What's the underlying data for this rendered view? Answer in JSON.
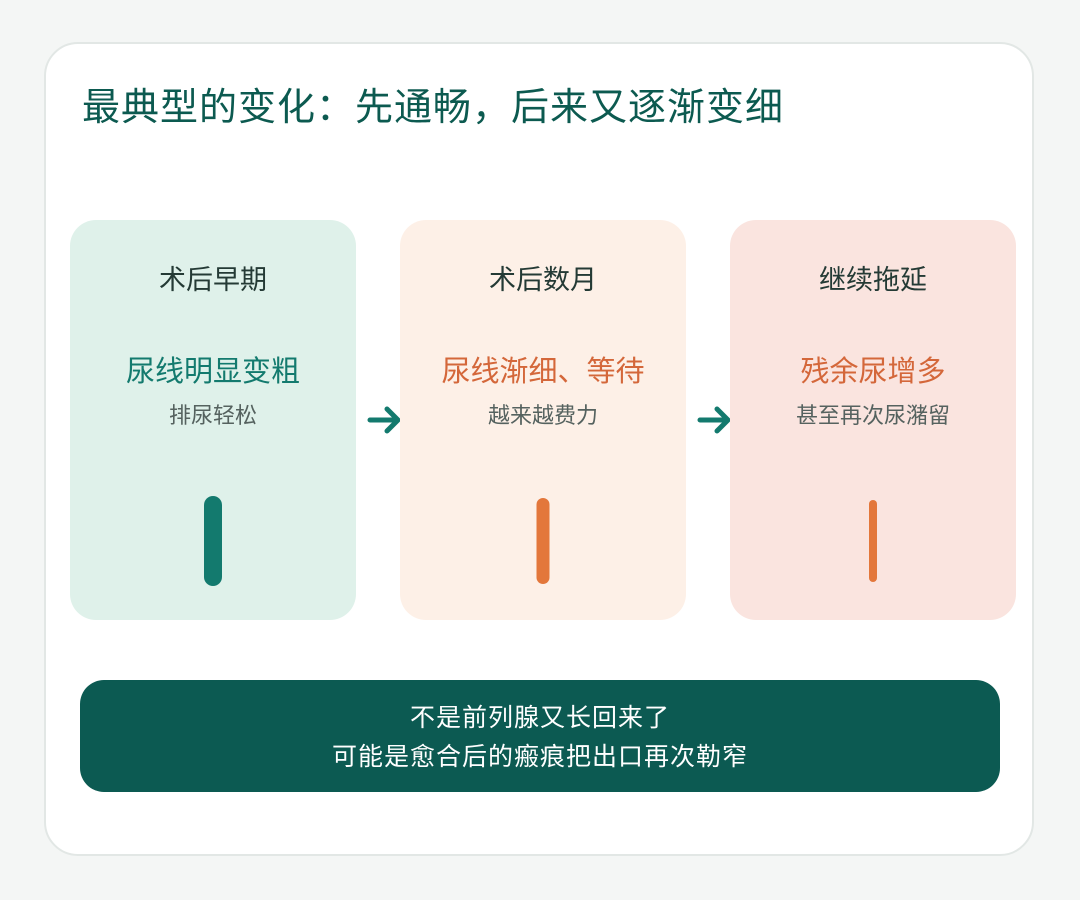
{
  "title": "最典型的变化：先通畅，后来又逐渐变细",
  "colors": {
    "teal": "#137a6e",
    "orange": "#e3773b",
    "headline_orange": "#d4673a",
    "banner": "#0c5a52"
  },
  "stages": [
    {
      "name": "术后早期",
      "headline": "尿线明显变粗",
      "note": "排尿轻松",
      "stream_color": "#137a6e",
      "headline_color": "#137a6e"
    },
    {
      "name": "术后数月",
      "headline": "尿线渐细、等待",
      "note": "越来越费力",
      "stream_color": "#e3773b",
      "headline_color": "#d4673a"
    },
    {
      "name": "继续拖延",
      "headline": "残余尿增多",
      "note": "甚至再次尿潴留",
      "stream_color": "#e3773b",
      "headline_color": "#d4673a"
    }
  ],
  "arrows": [
    {
      "icon": "arrow-right-icon",
      "color": "#137a6e"
    },
    {
      "icon": "arrow-right-icon",
      "color": "#137a6e"
    }
  ],
  "banner": {
    "line1": "不是前列腺又长回来了",
    "line2": "可能是愈合后的瘢痕把出口再次勒窄"
  }
}
